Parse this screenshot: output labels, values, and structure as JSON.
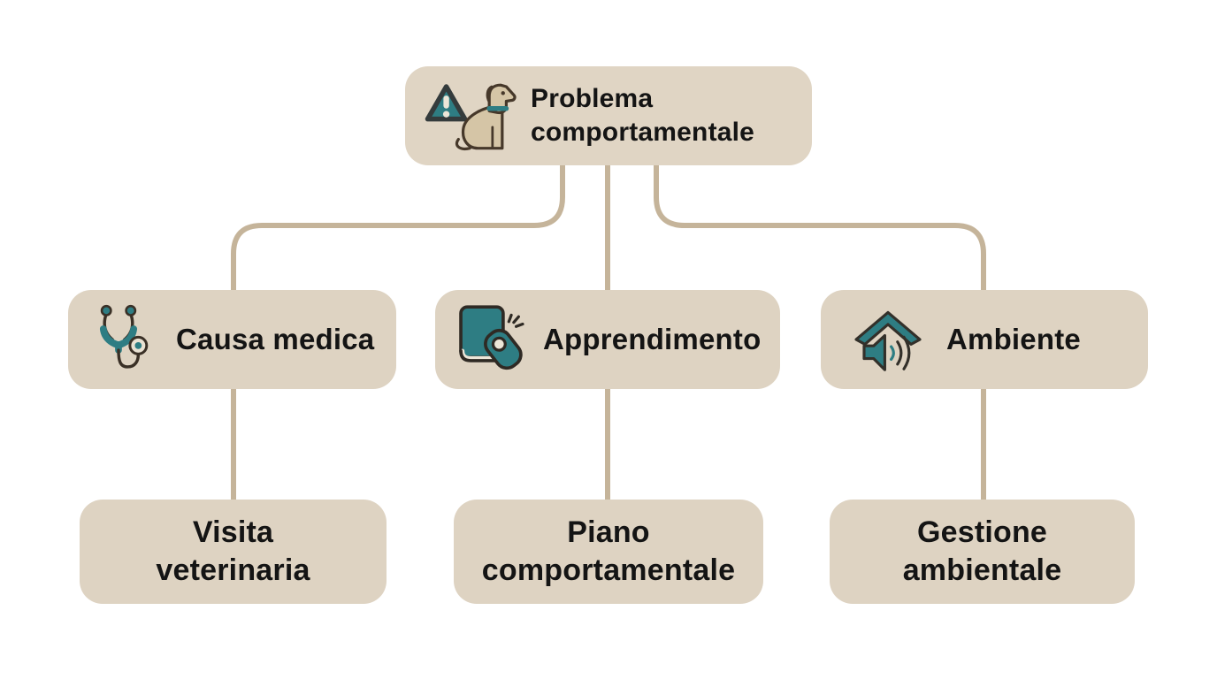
{
  "diagram": {
    "type": "flowchart",
    "language": "it",
    "colors": {
      "background": "#ffffff",
      "node_fill": "#ded3c2",
      "root_node_fill": "#e0d5c4",
      "connector": "#c5b49a",
      "text": "#141414",
      "accent_teal": "#2e7d83",
      "icon_outline": "#3a3026",
      "dog_body": "#d5c5a6",
      "icon_cream": "#ece6d8"
    },
    "nodes": {
      "problema": {
        "id": "problema",
        "lines": [
          "Problema",
          "comportamentale"
        ],
        "icon": "warning-dog-icon",
        "level": "root"
      },
      "causa_medica": {
        "id": "causa-medica",
        "lines": [
          "Causa medica"
        ],
        "icon": "stethoscope-icon",
        "level": "branch"
      },
      "apprendimento": {
        "id": "apprendimento",
        "lines": [
          "Apprendimento"
        ],
        "icon": "book-clicker-icon",
        "level": "branch"
      },
      "ambiente": {
        "id": "ambiente",
        "lines": [
          "Ambiente"
        ],
        "icon": "house-speaker-icon",
        "level": "branch"
      },
      "visita_veterinaria": {
        "id": "visita-veterinaria",
        "lines": [
          "Visita",
          "veterinaria"
        ],
        "icon": null,
        "level": "leaf"
      },
      "piano_comportamentale": {
        "id": "piano-comportamentale",
        "lines": [
          "Piano",
          "comportamentale"
        ],
        "icon": null,
        "level": "leaf"
      },
      "gestione_ambientale": {
        "id": "gestione-ambientale",
        "lines": [
          "Gestione",
          "ambientale"
        ],
        "icon": null,
        "level": "leaf"
      }
    },
    "edges": [
      {
        "from": "problema",
        "to": "causa-medica"
      },
      {
        "from": "problema",
        "to": "apprendimento"
      },
      {
        "from": "problema",
        "to": "ambiente"
      },
      {
        "from": "causa-medica",
        "to": "visita-veterinaria"
      },
      {
        "from": "apprendimento",
        "to": "piano-comportamentale"
      },
      {
        "from": "ambiente",
        "to": "gestione-ambientale"
      }
    ]
  }
}
